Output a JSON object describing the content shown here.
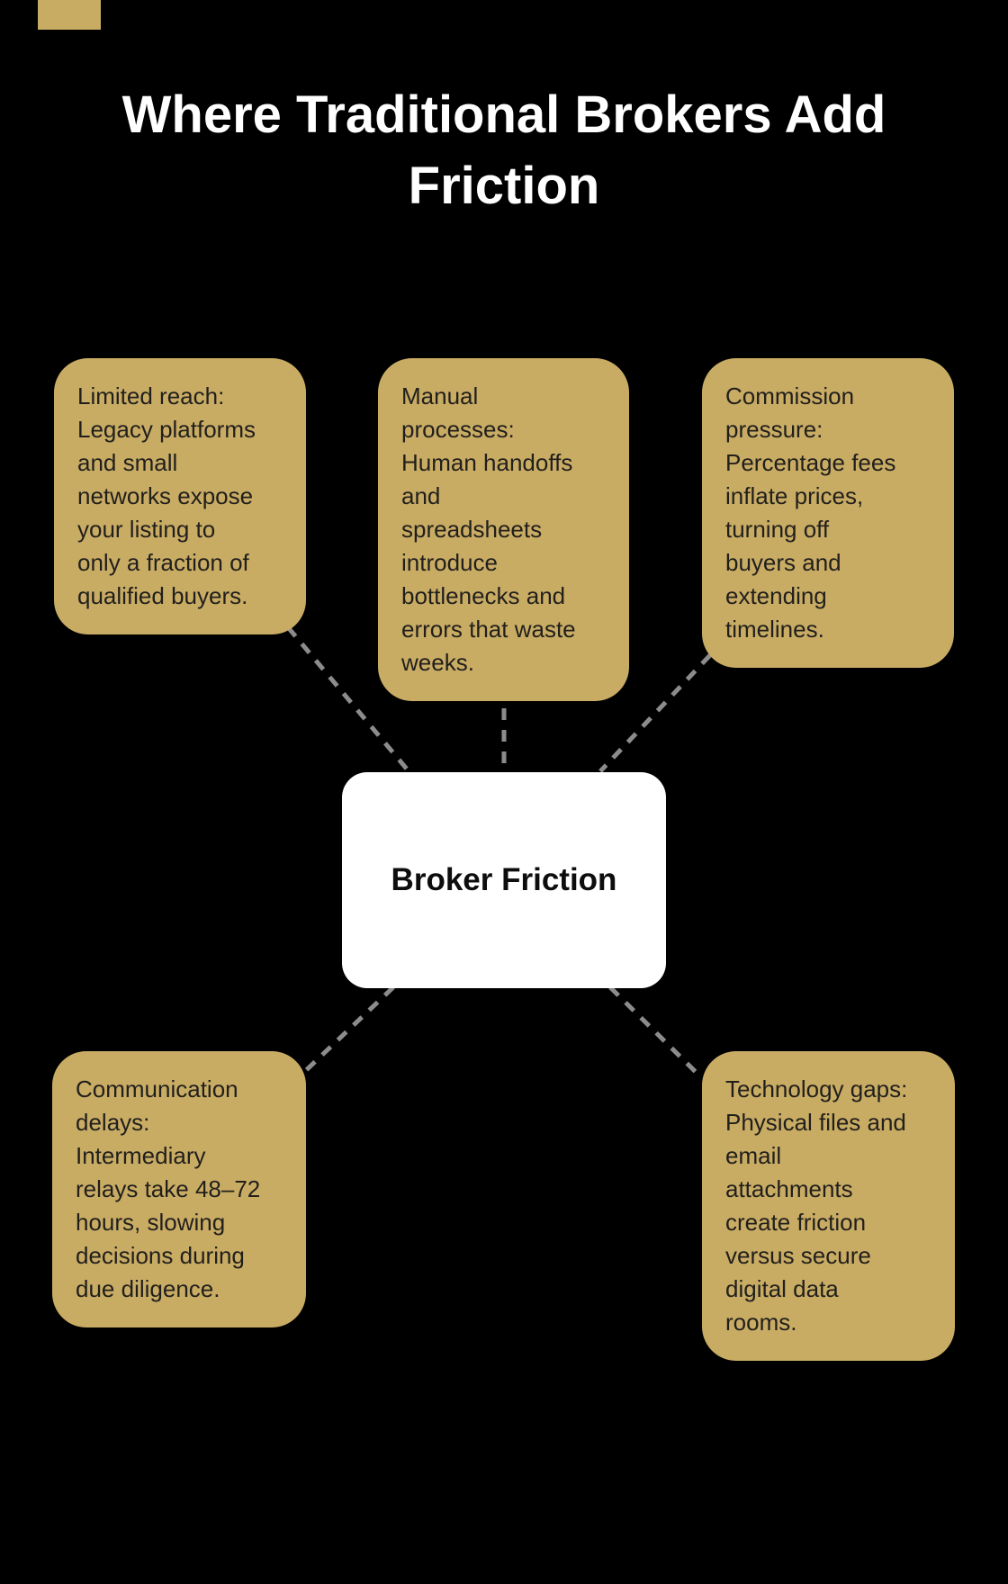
{
  "page": {
    "title": "Where Traditional Brokers Add Friction",
    "background_color": "#000000",
    "title_color": "#FFFFFF"
  },
  "diagram": {
    "type": "mind-map",
    "center_node": {
      "label": "Broker Friction",
      "bg_color": "#FFFFFF",
      "text_color": "#0D0D0D"
    },
    "node_bg_color": "#C9AC64",
    "node_text_color": "#211F1C",
    "connector_color": "#8C8C8C",
    "connector_style": "dashed",
    "nodes": [
      {
        "id": "limited-reach",
        "position": "top-left",
        "text": "Limited reach:\nLegacy platforms\nand small\nnetworks expose\nyour listing to\nonly a fraction of\nqualified buyers."
      },
      {
        "id": "manual-processes",
        "position": "top-center",
        "text": "Manual\nprocesses:\nHuman handoffs\nand\nspreadsheets\nintroduce\nbottlenecks and\nerrors that waste\nweeks."
      },
      {
        "id": "commission-pressure",
        "position": "top-right",
        "text": "Commission\npressure:\nPercentage fees\ninflate prices,\nturning off\nbuyers and\nextending\ntimelines."
      },
      {
        "id": "communication-delays",
        "position": "bottom-left",
        "text": "Communication\ndelays:\nIntermediary\nrelays take 48–72\nhours, slowing\ndecisions during\ndue diligence."
      },
      {
        "id": "technology-gaps",
        "position": "bottom-right",
        "text": "Technology gaps:\nPhysical files and\nemail\nattachments\ncreate friction\nversus secure\ndigital data\nrooms."
      }
    ]
  }
}
